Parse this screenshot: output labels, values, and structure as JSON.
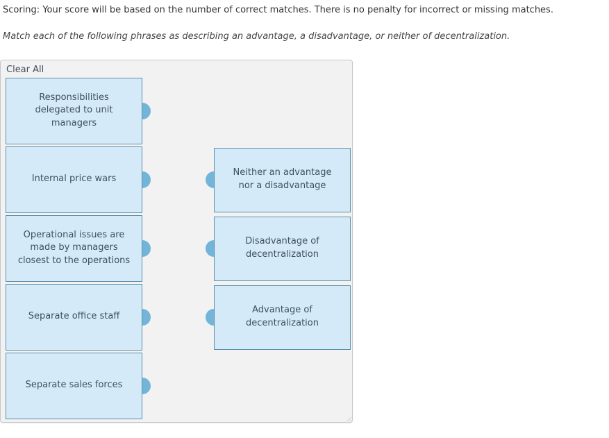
{
  "instructions": {
    "scoring": "Scoring: Your score will be based on the number of correct matches. There is no penalty for incorrect or missing matches.",
    "prompt": "Match each of the following phrases as describing an advantage, a disadvantage, or neither of decentralization."
  },
  "matching": {
    "clear_all_label": "Clear All",
    "phrases": [
      "Responsibilities delegated to unit managers",
      "Internal price wars",
      "Operational issues are made by managers closest to the operations",
      "Separate office staff",
      "Separate sales forces"
    ],
    "targets": [
      "Neither an advantage nor a disadvantage",
      "Disadvantage of decentralization",
      "Advantage of decentralization"
    ]
  },
  "colors": {
    "box_fill": "#d5eaf8",
    "box_border": "#5b8fa8",
    "knob": "#72b5d9",
    "panel_bg": "#f2f2f3",
    "panel_border": "#c7c7cb",
    "box_text": "#3e4f63",
    "body_text": "#333333"
  }
}
